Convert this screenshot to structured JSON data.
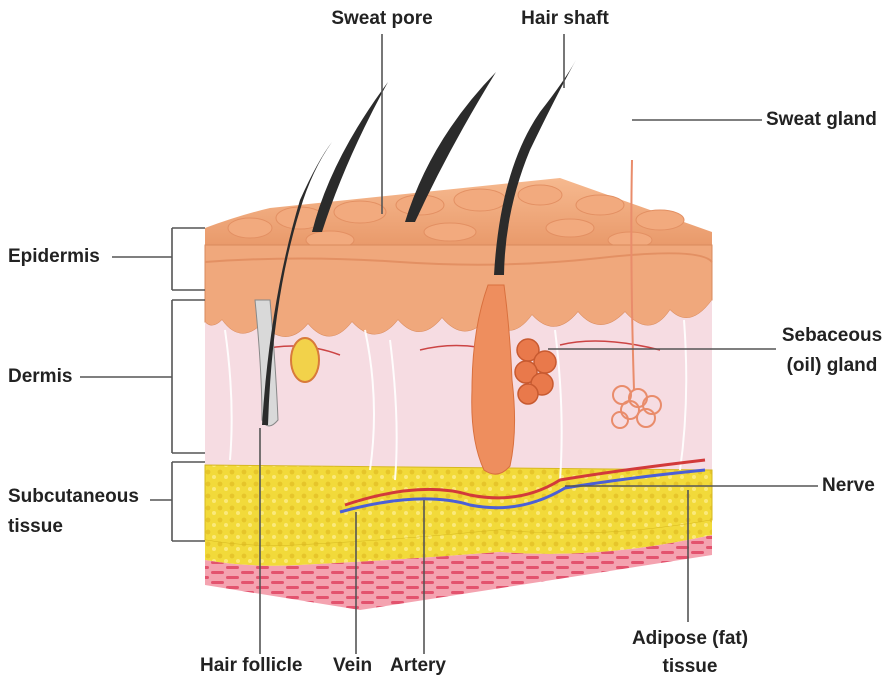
{
  "labels": {
    "sweat_pore": "Sweat pore",
    "hair_shaft": "Hair shaft",
    "sweat_gland": "Sweat gland",
    "epidermis": "Epidermis",
    "dermis": "Dermis",
    "subcutaneous_line1": "Subcutaneous",
    "subcutaneous_line2": "tissue",
    "sebaceous_line1": "Sebaceous",
    "sebaceous_line2": "(oil) gland",
    "nerve": "Nerve",
    "hair_follicle": "Hair follicle",
    "vein": "Vein",
    "artery": "Artery",
    "adipose_line1": "Adipose (fat)",
    "adipose_line2": "tissue"
  },
  "colors": {
    "epidermis": "#f0a87c",
    "dermis": "#f6dce2",
    "fat": "#f2da3a",
    "muscle": "#e8607a",
    "hair": "#2b2b2b",
    "follicle": "#ee8e5e",
    "vein": "#4b5fd6",
    "artery": "#d23a3a",
    "nerve": "#d9d9d9",
    "leader": "#555555"
  }
}
